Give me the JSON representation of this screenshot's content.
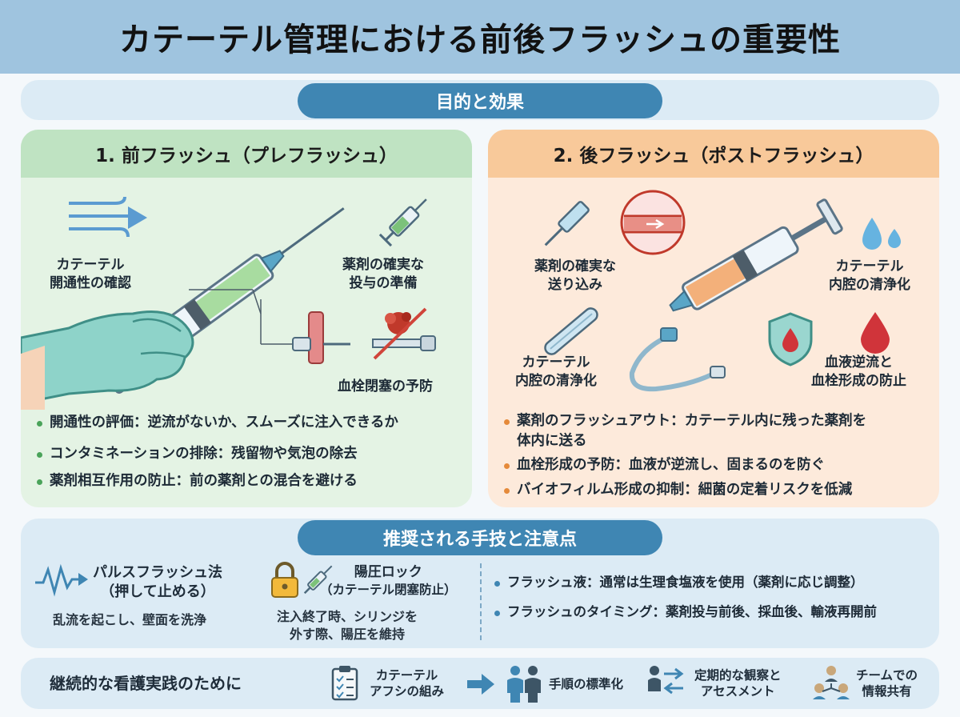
{
  "title": "カテーテル管理における前後フラッシュの重要性",
  "purpose_label": "目的と効果",
  "pre_flush": {
    "heading": "1. 前フラッシュ（プレフラッシュ）",
    "labels": {
      "patency": [
        "カテーテル",
        "開通性の確認"
      ],
      "drug_prep": [
        "薬剤の確実な",
        "投与の準備"
      ],
      "thrombus": "血栓閉塞の予防"
    },
    "bullets": [
      "開通性の評価：逆流がないか、スムーズに注入できるか",
      "コンタミネーションの排除：残留物や気泡の除去",
      "薬剤相互作用の防止：前の薬剤との混合を避ける"
    ]
  },
  "post_flush": {
    "heading": "2. 後フラッシュ（ポストフラッシュ）",
    "labels": {
      "delivery": [
        "薬剤の確実な",
        "送り込み"
      ],
      "lumen_clean_right": [
        "カテーテル",
        "内腔の清浄化"
      ],
      "lumen_clean_left": [
        "カテーテル",
        "内腔の清浄化"
      ],
      "backflow": [
        "血液逆流と",
        "血栓形成の防止"
      ]
    },
    "bullets": [
      [
        "薬剤のフラッシュアウト：カテーテル内に残った薬剤を",
        "体内に送る"
      ],
      [
        "血栓形成の予防：血液が逆流し、固まるのを防ぐ"
      ],
      [
        "バイオフィルム形成の抑制：細菌の定着リスクを低減"
      ]
    ]
  },
  "techniques": {
    "heading": "推奨される手技と注意点",
    "pulse": {
      "name": [
        "パルスフラッシュ法",
        "（押して止める）"
      ],
      "desc": "乱流を起こし、壁面を洗浄"
    },
    "positive": {
      "name": [
        "陽圧ロック",
        "（カテーテル閉塞防止）"
      ],
      "desc": [
        "注入終了時、シリンジを",
        "外す際、陽圧を維持"
      ]
    },
    "notes": [
      "フラッシュ液：通常は生理食塩液を使用（薬剤に応じ調整）",
      "フラッシュのタイミング：薬剤投与前後、採血後、輸液再開前"
    ]
  },
  "footer": {
    "title": "継続的な看護実践のために",
    "items": [
      {
        "text": [
          "カテーテル",
          "アフシの組み"
        ],
        "icon": "clipboard-icon"
      },
      {
        "text": [
          "手順の標準化"
        ],
        "icon": "staff-icon"
      },
      {
        "text": [
          "定期的な観察と",
          "アセスメント"
        ],
        "icon": "cycle-icon"
      },
      {
        "text": [
          "チームでの",
          "情報共有"
        ],
        "icon": "team-icon"
      }
    ]
  },
  "colors": {
    "header": "#9fc4df",
    "accent_blue": "#3f86b3",
    "pre_panel": "#e4f3e4",
    "pre_head": "#bfe3c2",
    "post_panel": "#fdeadb",
    "post_head": "#f8c99a"
  }
}
